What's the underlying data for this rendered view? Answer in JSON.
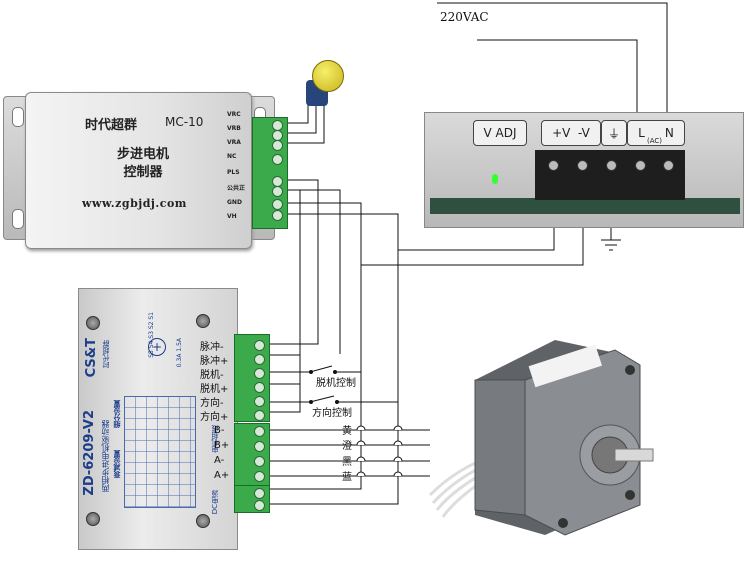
{
  "power": {
    "voltage_label": "220VAC"
  },
  "controller": {
    "brand": "时代超群",
    "model": "MC-10",
    "name_line1": "步进电机",
    "name_line2": "控制器",
    "url": "www.zgbjdj.com",
    "pins": [
      "VRC",
      "VRB",
      "VRA",
      "NC",
      "PLS",
      "公共正",
      "GND",
      "VH"
    ]
  },
  "power_supply": {
    "labels": [
      "V ADJ",
      "+V",
      "-V",
      "⏚",
      "L",
      "N"
    ],
    "ac_label": "(AC)"
  },
  "driver": {
    "model": "ZD-6209-V2",
    "description": "两相步进电机驱动器",
    "logo": "CS&T",
    "logo_sub": "时代超群",
    "current_label": "0.3A  1.5A",
    "switch_header": "S5 S4 S3 S2 S1",
    "table_title1": "细分设置",
    "table_title2": "衰减设置",
    "motor_line_label": "电机相线",
    "power_label": "DC电源",
    "terminals": [
      "脉冲-",
      "脉冲+",
      "脱机-",
      "脱机+",
      "方向-",
      "方向+",
      "B-",
      "B+",
      "A-",
      "A+"
    ]
  },
  "annotations": {
    "offline_control": "脱机控制",
    "direction_control": "方向控制"
  },
  "motor_wires": [
    "黄",
    "澄",
    "黑",
    "蓝"
  ]
}
